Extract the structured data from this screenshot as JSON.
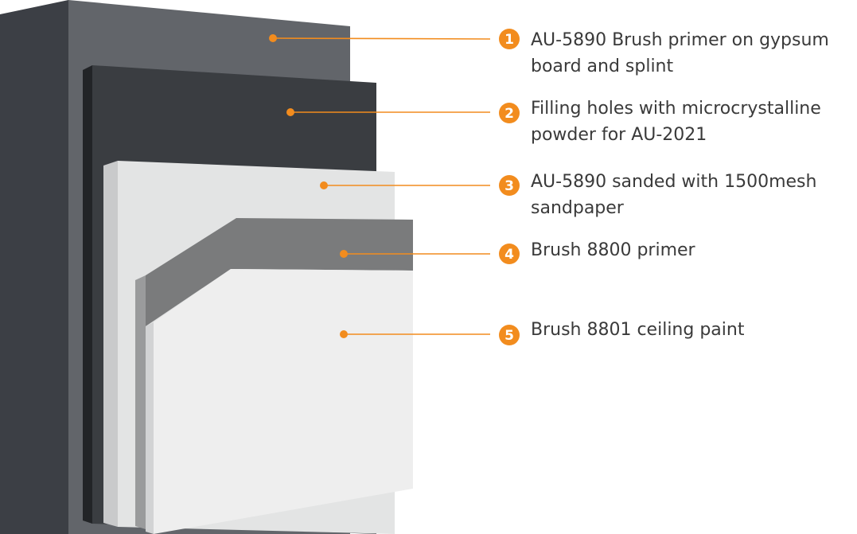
{
  "colors": {
    "accent": "#f28c1e",
    "layer1_face": "#62656a",
    "layer1_side": "#3c3f45",
    "layer2_face": "#3a3d41",
    "layer2_side": "#222427",
    "layer3_face": "#e3e4e4",
    "layer3_side": "#c9cacb",
    "layer4_face": "#7a7b7c",
    "layer4_side": "#9a9b9c",
    "layer5_face": "#eeeeee",
    "layer5_side": "#d2d3d4",
    "label_text": "#3a3a3a"
  },
  "layers": [
    {
      "number": "1",
      "lines": [
        "AU-5890 Brush primer on gypsum",
        "board and splint"
      ]
    },
    {
      "number": "2",
      "lines": [
        "Filling holes with microcrystalline",
        "powder for AU-2021"
      ]
    },
    {
      "number": "3",
      "lines": [
        "AU-5890 sanded with 1500mesh",
        "sandpaper"
      ]
    },
    {
      "number": "4",
      "lines": [
        "Brush 8800 primer"
      ]
    },
    {
      "number": "5",
      "lines": [
        "Brush 8801 ceiling paint"
      ]
    }
  ]
}
